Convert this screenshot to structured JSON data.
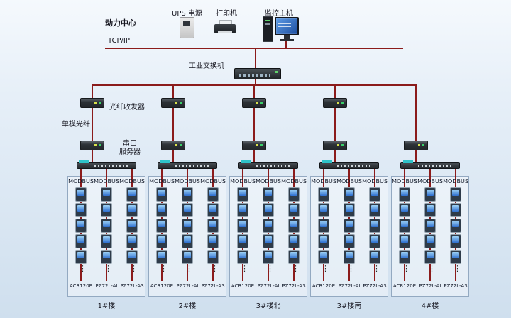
{
  "header": {
    "power_center": "动力中心",
    "tcpip": "TCP/IP",
    "devices": [
      {
        "id": "ups",
        "label": "UPS 电源",
        "icon": "ups-tower-icon"
      },
      {
        "id": "printer",
        "label": "打印机",
        "icon": "printer-icon"
      },
      {
        "id": "host",
        "label": "监控主机",
        "icon": "monitoring-host-icon"
      }
    ]
  },
  "network": {
    "switch_label": "工业交换机",
    "fiber_transceiver_label": "光纤收发器",
    "single_mode_fiber_label": "单模光纤",
    "serial_server_label": [
      "串口",
      "服务器"
    ]
  },
  "colors": {
    "connection_line": "#8b1b1b",
    "group_border": "#93a9c1",
    "background_top": "#f5f9fd",
    "background_bottom": "#cfdfee",
    "meter_screen": "#2f6fd0"
  },
  "groups": [
    {
      "name": "1#楼",
      "top_transceiver": true,
      "ellipsis": "⋮",
      "columns": [
        {
          "protocol": "MODBUS",
          "model": "ACR120E",
          "meters": 5
        },
        {
          "protocol": "MODBUS",
          "model": "PZ72L-AI",
          "meters": 5
        },
        {
          "protocol": "MODBUS",
          "model": "PZ72L-A3",
          "meters": 5
        }
      ]
    },
    {
      "name": "2#楼",
      "top_transceiver": true,
      "ellipsis": "⋮",
      "columns": [
        {
          "protocol": "MODBUS",
          "model": "ACR120E",
          "meters": 5
        },
        {
          "protocol": "MODBUS",
          "model": "PZ72L-AI",
          "meters": 5
        },
        {
          "protocol": "MODBUS",
          "model": "PZ72L-A3",
          "meters": 5
        }
      ]
    },
    {
      "name": "3#楼北",
      "top_transceiver": true,
      "ellipsis": "⋮",
      "columns": [
        {
          "protocol": "MODBUS",
          "model": "ACR120E",
          "meters": 5
        },
        {
          "protocol": "MODBUS",
          "model": "PZ72L-AI",
          "meters": 5
        },
        {
          "protocol": "MODBUS",
          "model": "PZ72L-A3",
          "meters": 5
        }
      ]
    },
    {
      "name": "3#楼南",
      "top_transceiver": true,
      "ellipsis": "⋮",
      "columns": [
        {
          "protocol": "MODBUS",
          "model": "ACR120E",
          "meters": 5
        },
        {
          "protocol": "MODBUS",
          "model": "PZ72L-AI",
          "meters": 5
        },
        {
          "protocol": "MODBUS",
          "model": "PZ72L-A3",
          "meters": 5
        }
      ]
    },
    {
      "name": "4#楼",
      "top_transceiver": false,
      "ellipsis": "⋮",
      "columns": [
        {
          "protocol": "MODBUS",
          "model": "ACR120E",
          "meters": 5
        },
        {
          "protocol": "MODBUS",
          "model": "PZ72L-AI",
          "meters": 5
        },
        {
          "protocol": "MODBUS",
          "model": "PZ72L-A3",
          "meters": 5
        }
      ]
    }
  ]
}
